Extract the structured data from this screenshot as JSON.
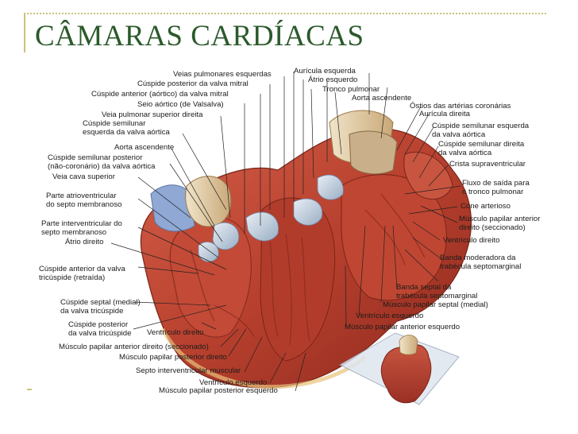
{
  "slide": {
    "title": "CÂMARAS CARDÍACAS"
  },
  "labels": {
    "veias_pulmonares_esquerdas": "Veias pulmonares esquerdas",
    "auricula_esquerda": "Aurícula esquerda",
    "atrio_esquerdo": "Átrio esquerdo",
    "cuspide_posterior_mitral": "Cúspide posterior da valva mitral",
    "tronco_pulmonar": "Tronco pulmonar",
    "cuspide_anterior_mitral": "Cúspide anterior (aórtico) da valva mitral",
    "aorta_ascendente_dir": "Aorta ascendente",
    "seio_aortico": "Seio aórtico (de Valsalva)",
    "ostios_coronarias": "Óstios das artérias coronárias",
    "veia_pulmonar_superior_direita": "Veia pulmonar superior direita",
    "auricula_direita": "Aurícula direita",
    "cuspide_semilunar_aortica_l1": "Cúspide semilunar",
    "cuspide_semilunar_aortica_l2": "esquerda da valva aórtica",
    "cuspide_semilunar_esq_l1": "Cúspide semilunar esquerda",
    "cuspide_semilunar_esq_l2": "da valva aórtica",
    "cuspide_semilunar_dir_l1": "Cúspide semilunar direita",
    "cuspide_semilunar_dir_l2": "da valva aórtica",
    "aorta_ascendente_esq": "Aorta ascendente",
    "cuspide_semilunar_posterior_l1": "Cúspide semilunar posterior",
    "cuspide_semilunar_posterior_l2": "(não-coronário) da valva aórtica",
    "crista_supraventricular": "Crista supraventricular",
    "veia_cava_superior": "Veia cava superior",
    "fluxo_saida_l1": "Fluxo de saída para",
    "fluxo_saida_l2": "o tronco pulmonar",
    "parte_atrioventricular_l1": "Parte atrioventricular",
    "parte_atrioventricular_l2": "do septo membranoso",
    "cone_arterioso": "Cone arterioso",
    "musculo_papilar_anterior_direito_l1": "Músculo papilar anterior",
    "musculo_papilar_anterior_direito_l2": "direito (seccionado)",
    "parte_interventricular_l1": "Parte interventricular do",
    "parte_interventricular_l2": "septo membranoso",
    "atrio_direito": "Átrio direito",
    "ventriculo_direito_dir": "Ventrículo direito",
    "banda_moderadora_l1": "Banda moderadora da",
    "banda_moderadora_l2": "trabécula septomarginal",
    "cuspide_anterior_tricuspide_l1": "Cúspide anterior da valva",
    "cuspide_anterior_tricuspide_l2": "tricúspide (retraída)",
    "banda_septal_l1": "Banda septal da",
    "banda_septal_l2": "trabécula septomarginal",
    "musculo_papilar_septal": "Músculo papilar septal (medial)",
    "cuspide_septal_l1": "Cúspide septal (medial)",
    "cuspide_septal_l2": "da valva tricúspide",
    "ventriculo_esquerdo_dir": "Ventrículo esquerdo",
    "cuspide_posterior_tricuspide_l1": "Cúspide posterior",
    "cuspide_posterior_tricuspide_l2": "da valva tricúspide",
    "ventriculo_direito_baixo": "Ventrículo direito",
    "musculo_papilar_anterior_esquerdo": "Músculo papilar anterior esquerdo",
    "musculo_papilar_anterior_direito_seccionado": "Músculo papilar anterior direito (seccionado)",
    "musculo_papilar_posterior_direito": "Músculo papilar posterior direito",
    "septo_interventricular_muscular": "Septo interventricular muscular",
    "ventriculo_esquerdo_baixo": "Ventrículo esquerdo",
    "musculo_papilar_posterior_esquerdo": "Músculo papilar posterior esquerdo"
  }
}
